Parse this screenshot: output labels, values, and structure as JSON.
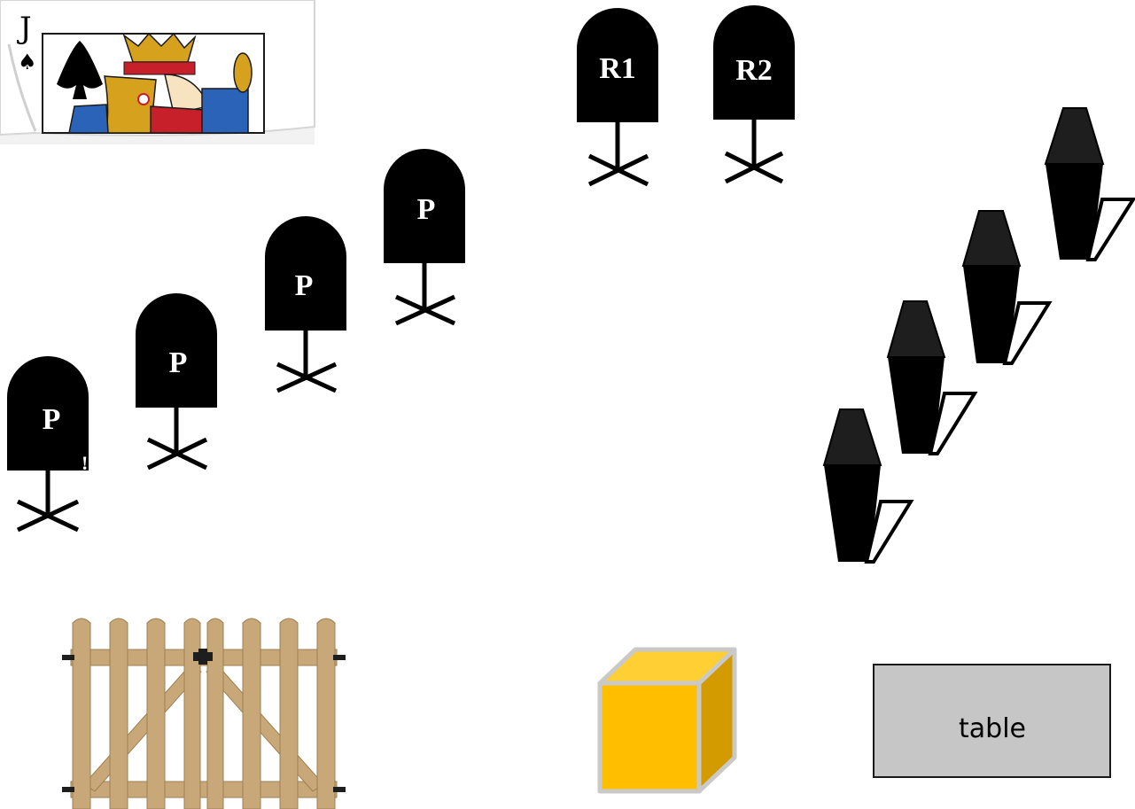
{
  "card": {
    "rank": "J",
    "suit": "♠"
  },
  "persons": [
    {
      "label": "P"
    },
    {
      "label": "P"
    },
    {
      "label": "P"
    },
    {
      "label": "P"
    }
  ],
  "robots": [
    {
      "label": "R1"
    },
    {
      "label": "R2"
    }
  ],
  "stray_mark": "!",
  "table": {
    "label": "table"
  },
  "colors": {
    "figure": "#000000",
    "card_border": "#d0d0d0",
    "spade": "#000000",
    "crown_gold": "#d6a11c",
    "card_red": "#c8202a",
    "card_blue": "#2a63b8",
    "cube_front": "#ffbe00",
    "cube_top": "#ffcf33",
    "cube_side": "#d39b00",
    "cube_edge": "#c9c9c9",
    "table_fill": "#c6c6c6",
    "table_border": "#1a1a1a",
    "fence_wood": "#c8a878",
    "fence_dark": "#9e7f54",
    "fence_metal": "#1e1e1e"
  }
}
